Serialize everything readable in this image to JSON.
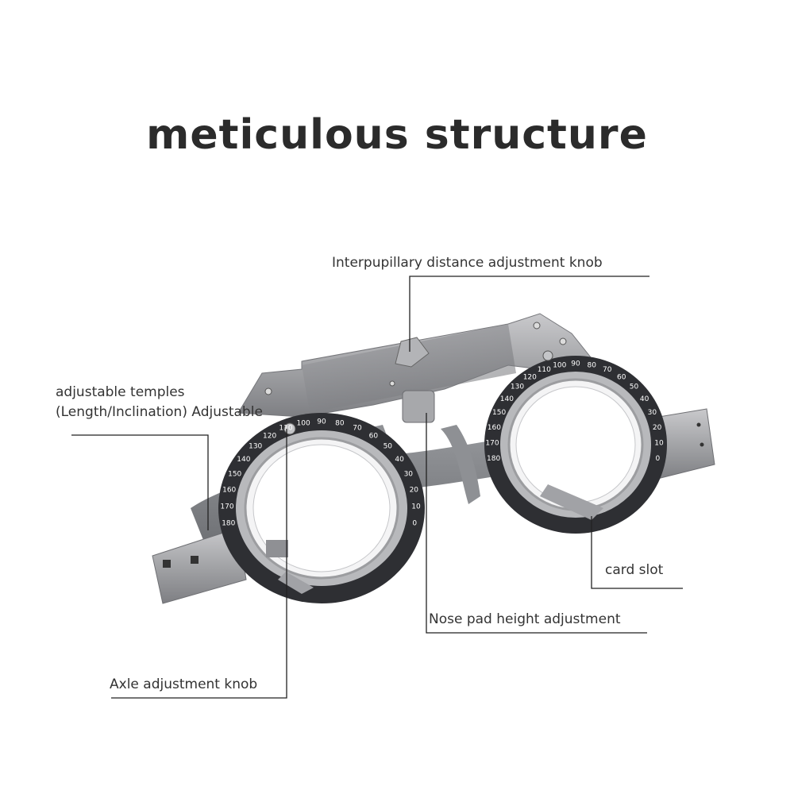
{
  "title": "meticulous structure",
  "labels": {
    "ipd_knob": "Interpupillary distance adjustment knob",
    "temples_line1": "adjustable temples",
    "temples_line2": "(Length/Inclination) Adjustable",
    "card_slot": "card slot",
    "nose_pad": "Nose pad height adjustment",
    "axle_knob": "Axle adjustment knob"
  },
  "dial_numbers": [
    "180",
    "170",
    "160",
    "150",
    "140",
    "130",
    "120",
    "110",
    "100",
    "90",
    "80",
    "70",
    "60",
    "50",
    "40",
    "30",
    "20",
    "10",
    "0"
  ],
  "colors": {
    "title": "#2b2b2b",
    "label": "#333333",
    "leader_line": "#222222",
    "frame_metal": "#9a9a9c",
    "dial_ring": "#2e2f33",
    "strap": "#7d7f83"
  }
}
